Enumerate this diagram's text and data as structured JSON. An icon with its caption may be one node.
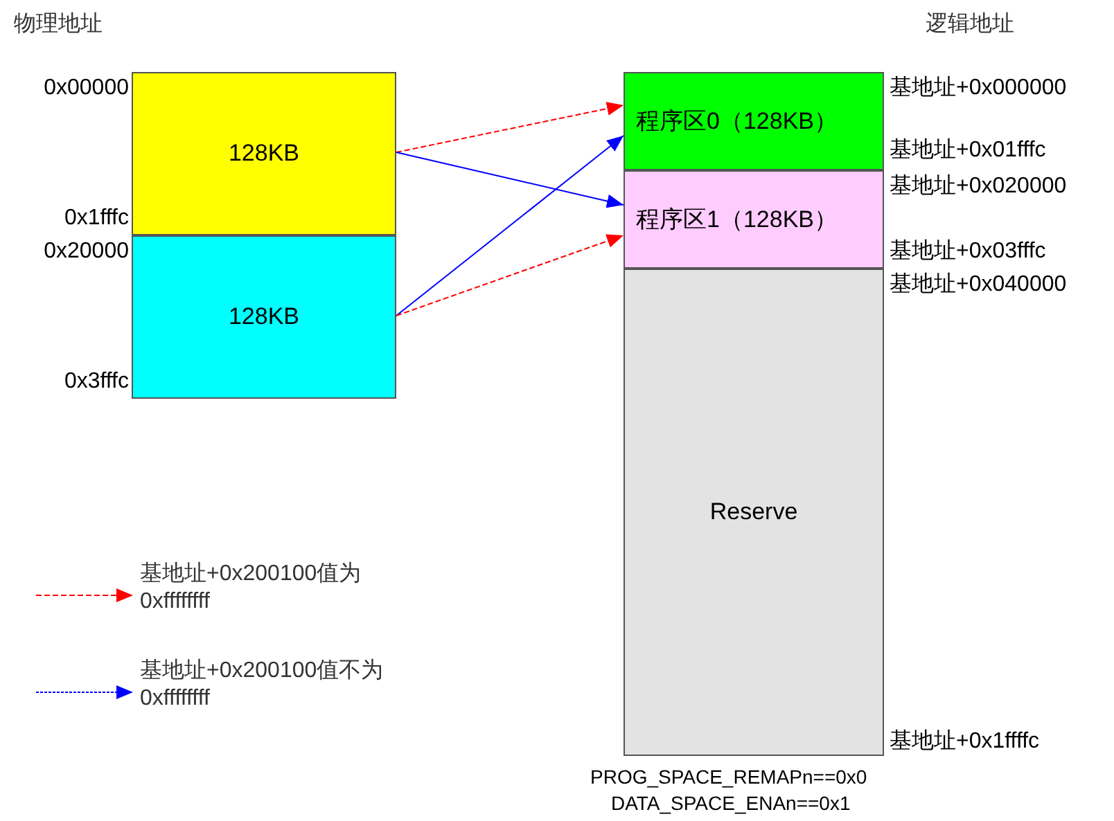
{
  "diagram": {
    "nodes": [
      {
        "text": [
          "128KB"
        ],
        "beside": [
          "0x00000",
          "0x1fffc"
        ]
      },
      {
        "text": [
          "128KB"
        ],
        "beside": [
          "0x20000",
          "0x3fffc"
        ]
      },
      {
        "text": [
          "程序区0（128KB）"
        ],
        "beside": [
          "基地址+0x000000",
          "基地址+0x01fffc"
        ]
      },
      {
        "text": [
          "程序区1（128KB）"
        ],
        "beside": [
          "基地址+0x020000",
          "基地址+0x03fffc"
        ]
      },
      {
        "text": [
          "Reserve"
        ],
        "beside": [
          "基地址+0x040000",
          "基地址+0x1ffffc"
        ]
      }
    ],
    "edges": [
      {
        "from": 0,
        "to": 2,
        "arrow": "to",
        "style": "dashed",
        "color": "#ff0000"
      },
      {
        "from": 0,
        "to": 3,
        "arrow": "to",
        "color": "#0000ff"
      },
      {
        "from": 1,
        "to": 2,
        "arrow": "to",
        "color": "#0000ff"
      },
      {
        "from": 1,
        "to": 3,
        "arrow": "to",
        "style": "dashed",
        "color": "#ff0000"
      }
    ],
    "labels": [
      "物理地址",
      "逻辑地址",
      "PROG_SPACE_REMAPn==0x0",
      "DATA_SPACE_ENAn==0x1"
    ],
    "legend": [
      {
        "text": "基地址+0x200100值为0xffffffff"
      },
      {
        "text": "基地址+0x200100值不为0xffffffff"
      }
    ]
  }
}
